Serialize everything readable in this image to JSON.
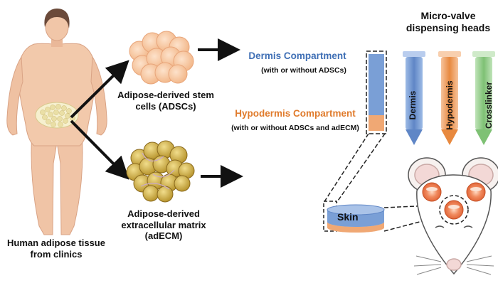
{
  "labels": {
    "human": "Human adipose tissue from clinics",
    "adsc": "Adipose-derived stem cells (ADSCs)",
    "adecm": "Adipose-derived extracellular matrix (adECM)",
    "dermis_title": "Dermis Compartment",
    "dermis_sub": "(with or without ADSCs)",
    "hypo_title": "Hypodermis Compartment",
    "hypo_sub": "(with or without ADSCs and adECM)",
    "heads_title": "Micro-valve dispensing heads",
    "skin": "Skin",
    "syringes": [
      "Dermis",
      "Hypodermis",
      "Crosslinker"
    ]
  },
  "colors": {
    "dermis": "#7a9fd6",
    "hypodermis": "#f0a874",
    "crosslinker": "#8fc98a",
    "dermis_text": "#3f6fb5",
    "hypo_text": "#e07b2c",
    "skin_body": "#f2d2bd",
    "stem_cells": "#f7c8a0",
    "ecm": "#d9b84a"
  }
}
